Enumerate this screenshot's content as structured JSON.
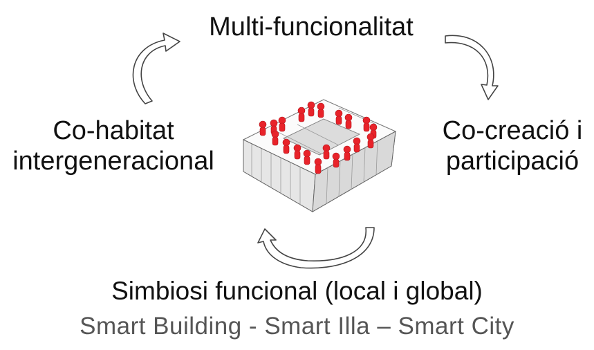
{
  "diagram": {
    "top": "Multi-funcionalitat",
    "left": [
      "Co-habitat",
      "intergeneracional"
    ],
    "right": [
      "Co-creació i",
      "participació"
    ],
    "bottom_title": "Simbiosi funcional (local i global)",
    "bottom_subtitle": "Smart Building - Smart Illa – Smart City"
  },
  "colors": {
    "people": "#e8232a",
    "building": "#f2f2f2",
    "stroke": "#555555"
  }
}
